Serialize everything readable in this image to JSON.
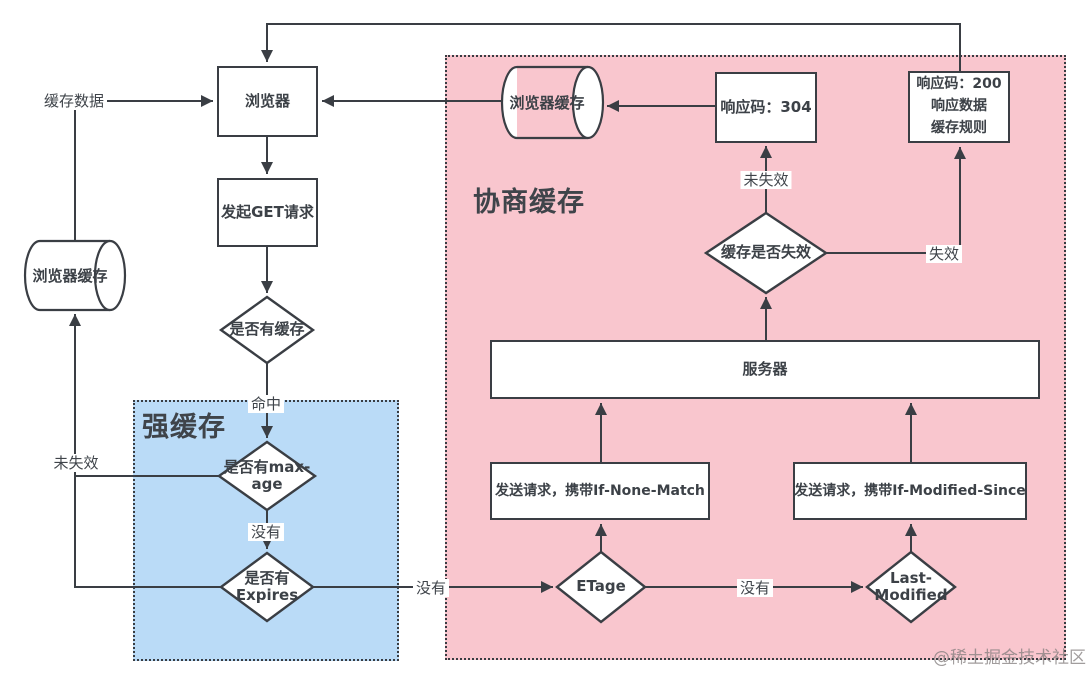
{
  "diagram": {
    "regions": {
      "strong": {
        "title": "强缓存"
      },
      "negotiated": {
        "title": "协商缓存"
      }
    },
    "nodes": {
      "browser": {
        "label": "浏览器"
      },
      "get_request": {
        "label": "发起GET请求"
      },
      "has_cache": {
        "label": "是否有缓存"
      },
      "max_age": {
        "line1": "是否有max-",
        "line2": "age"
      },
      "expires": {
        "line1": "是否有",
        "line2": "Expires"
      },
      "left_cache_store": {
        "label": "浏览器缓存"
      },
      "browser_cache_store": {
        "label": "浏览器缓存"
      },
      "resp_304": {
        "label": "响应码：304"
      },
      "resp_200": {
        "line1": "响应码：200",
        "line2": "响应数据",
        "line3": "缓存规则"
      },
      "cache_invalid": {
        "label": "缓存是否失效"
      },
      "server": {
        "label": "服务器"
      },
      "send_if_none_match": {
        "label": "发送请求，携带If-None-Match"
      },
      "send_if_modified_since": {
        "label": "发送请求，携带If-Modified-Since"
      },
      "etag": {
        "label": "ETage"
      },
      "last_modified": {
        "line1": "Last-",
        "line2": "Modified"
      }
    },
    "edges": {
      "cache_data": "缓存数据",
      "hit": "命中",
      "no_max_age": "没有",
      "not_expired_left": "未失效",
      "no_expires": "没有",
      "no_etag": "没有",
      "not_expired_top": "未失效",
      "expired": "失效"
    },
    "colors": {
      "strong_cache_fill": "#badbf7",
      "negotiated_cache_fill": "#f9c6ce",
      "line": "#3a3e44",
      "text": "#3c4147"
    },
    "watermark": "@稀土掘金技术社区"
  }
}
